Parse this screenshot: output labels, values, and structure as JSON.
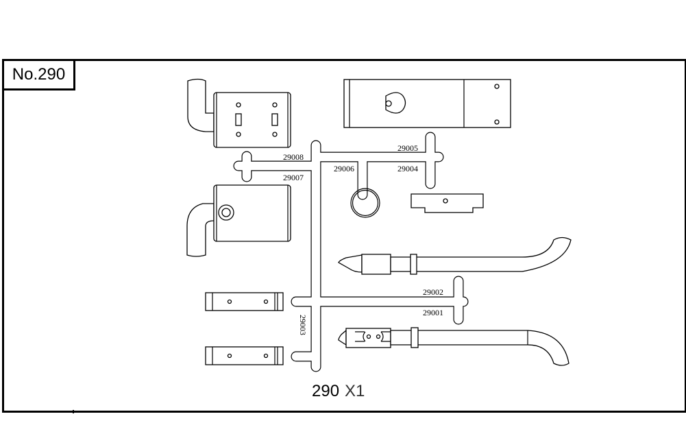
{
  "sheet_label": "No.290",
  "quantity": {
    "part": "290",
    "multiplier": "X1"
  },
  "part_numbers": {
    "p29001": "29001",
    "p29002": "29002",
    "p29003": "29003",
    "p29004": "29004",
    "p29005": "29005",
    "p29006": "29006",
    "p29007": "29007",
    "p29008": "29008"
  }
}
